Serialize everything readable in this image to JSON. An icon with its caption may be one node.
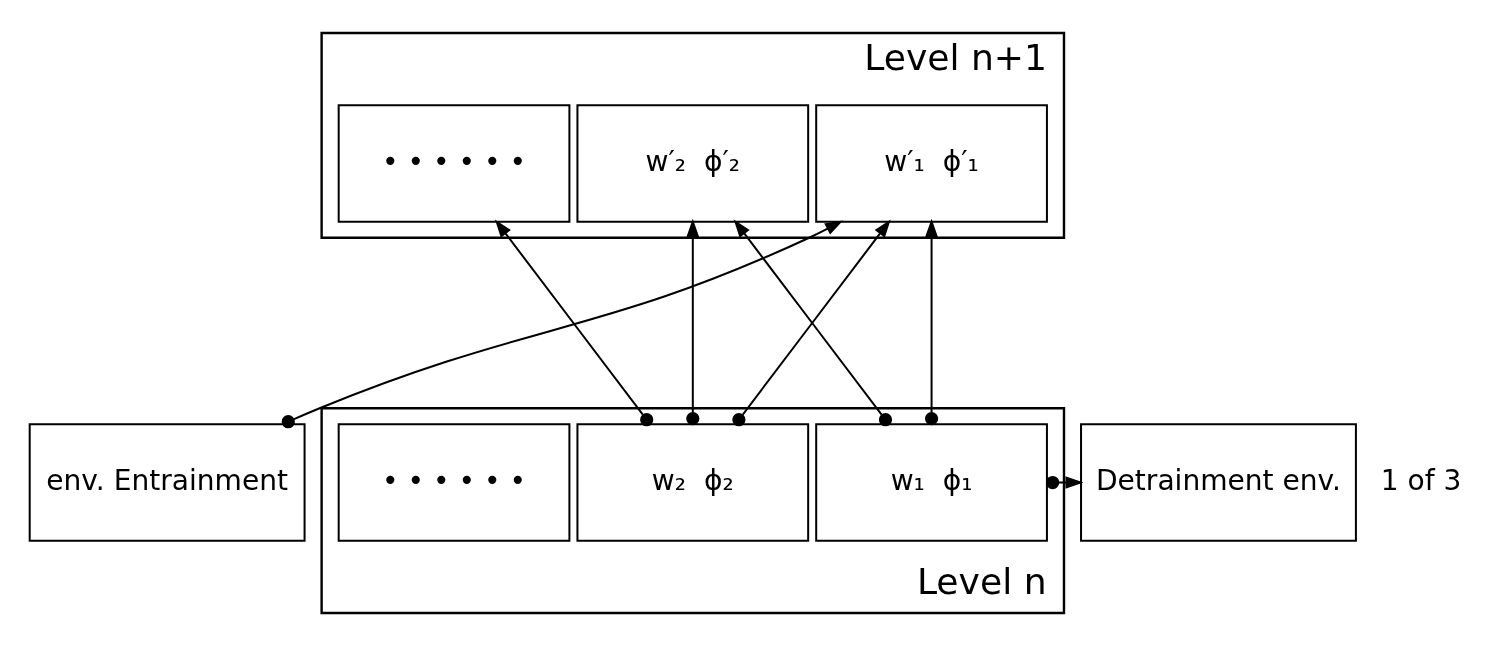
{
  "diagram": {
    "nodes": [
      {
        "text": [
          "Level n+1"
        ]
      },
      {
        "text": [
          "w′₁  ϕ′₁"
        ],
        "in": 0
      },
      {
        "text": [
          "w′₂  ϕ′₂"
        ],
        "in": 0
      },
      {
        "text": [
          "• • • • • •"
        ],
        "in": 0
      },
      {
        "text": [
          "env. Entrainment"
        ]
      },
      {
        "text": [
          "Detrainment env."
        ]
      },
      {
        "text": [
          "Level n"
        ]
      },
      {
        "text": [
          "w₁  ϕ₁"
        ],
        "in": 6
      },
      {
        "text": [
          "w₂  ϕ₂"
        ],
        "in": 6
      },
      {
        "text": [
          "• • • • • •"
        ],
        "in": 6
      }
    ],
    "edges": [
      {
        "from": 4,
        "to": 1,
        "arrow": "to"
      },
      {
        "from": 7,
        "to": 1,
        "arrow": "to"
      },
      {
        "from": 7,
        "to": 2,
        "arrow": "to"
      },
      {
        "from": 8,
        "to": 1,
        "arrow": "to"
      },
      {
        "from": 8,
        "to": 2,
        "arrow": "to"
      },
      {
        "from": 8,
        "to": 3,
        "arrow": "to"
      },
      {
        "from": 7,
        "to": 5,
        "arrow": "to"
      }
    ],
    "labels": [
      "1 of 3"
    ]
  }
}
